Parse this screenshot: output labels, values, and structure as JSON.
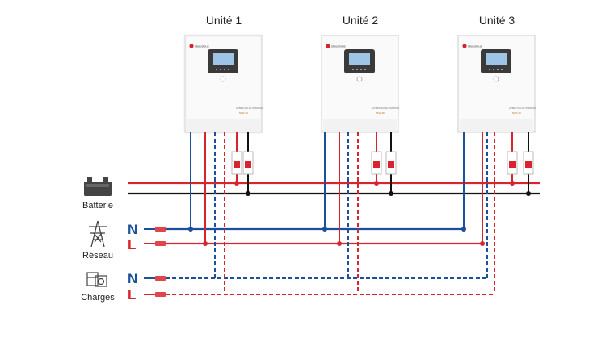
{
  "units": [
    {
      "title": "Unité 1",
      "brand": "skycolous",
      "model": "HYBRID SOLAR INVERTER",
      "rating": "5KW 48"
    },
    {
      "title": "Unité 2",
      "brand": "skycolous",
      "model": "HYBRID SOLAR INVERTER",
      "rating": "5KW 48"
    },
    {
      "title": "Unité 3",
      "brand": "skycolous",
      "model": "HYBRID SOLAR INVERTER",
      "rating": "5KW 48"
    }
  ],
  "sources": {
    "battery": {
      "label": "Batterie"
    },
    "grid": {
      "label": "Réseau",
      "neutral": "N",
      "line": "L"
    },
    "loads": {
      "label": "Charges",
      "neutral": "N",
      "line": "L"
    }
  },
  "colors": {
    "positive": "#d8242e",
    "negative": "#111111",
    "neutral": "#1c4f9c",
    "line": "#d8242e",
    "breaker": "#d8242e"
  }
}
